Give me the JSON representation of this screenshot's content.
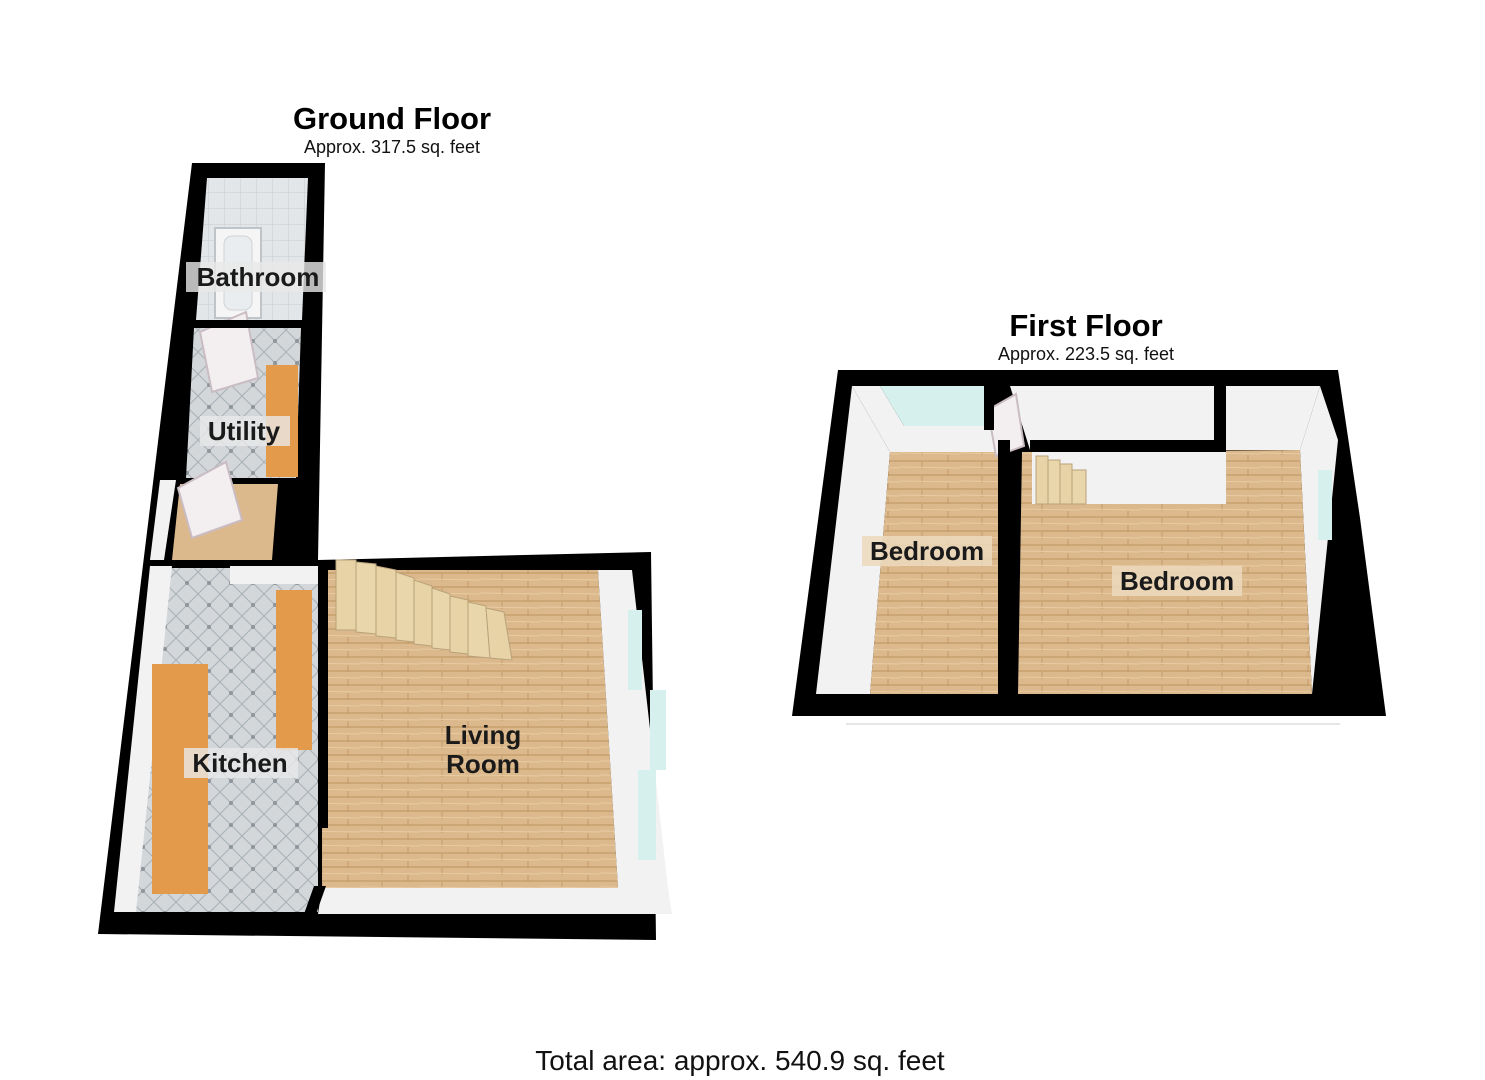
{
  "ground_floor": {
    "title": "Ground Floor",
    "area": "Approx. 317.5 sq. feet",
    "rooms": {
      "bathroom": "Bathroom",
      "utility": "Utility",
      "kitchen": "Kitchen",
      "living_room_line1": "Living",
      "living_room_line2": "Room"
    }
  },
  "first_floor": {
    "title": "First Floor",
    "area": "Approx. 223.5 sq. feet",
    "rooms": {
      "bedroom_left": "Bedroom",
      "bedroom_right": "Bedroom"
    }
  },
  "total_area": "Total area: approx. 540.9 sq. feet",
  "colors": {
    "wall": "#000000",
    "wood_floor": "#d9b486",
    "wood_grain": "#c49a68",
    "tile_floor": "#cfd3d6",
    "counter": "#e39a4a",
    "inner_wall": "#f2f2f2",
    "window": "#d6f0ee",
    "stairs": "#e7d3a6"
  }
}
